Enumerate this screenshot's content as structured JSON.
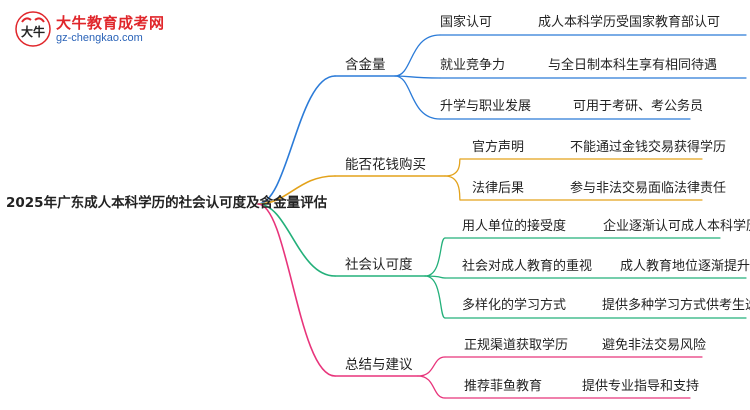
{
  "logo": {
    "title": "大牛教育成考网",
    "url": "gz-chengkao.com",
    "mark_text": "大牛"
  },
  "root": "2025年广东成人本科学历的社会认可度及含金量评估",
  "colors": {
    "branch1": "#2b7bd8",
    "branch2": "#e3a21a",
    "branch3": "#23b07a",
    "branch4": "#e8347b",
    "logo_red": "#e0262b",
    "logo_blue": "#2a63b8"
  },
  "branches": [
    {
      "label": "含金量",
      "items": [
        {
          "key": "国家认可",
          "value": "成人本科学历受国家教育部认可"
        },
        {
          "key": "就业竞争力",
          "value": "与全日制本科生享有相同待遇"
        },
        {
          "key": "升学与职业发展",
          "value": "可用于考研、考公务员"
        }
      ]
    },
    {
      "label": "能否花钱购买",
      "items": [
        {
          "key": "官方声明",
          "value": "不能通过金钱交易获得学历"
        },
        {
          "key": "法律后果",
          "value": "参与非法交易面临法律责任"
        }
      ]
    },
    {
      "label": "社会认可度",
      "items": [
        {
          "key": "用人单位的接受度",
          "value": "企业逐渐认可成人本科学历"
        },
        {
          "key": "社会对成人教育的重视",
          "value": "成人教育地位逐渐提升"
        },
        {
          "key": "多样化的学习方式",
          "value": "提供多种学习方式供考生选择"
        }
      ]
    },
    {
      "label": "总结与建议",
      "items": [
        {
          "key": "正规渠道获取学历",
          "value": "避免非法交易风险"
        },
        {
          "key": "推荐菲鱼教育",
          "value": "提供专业指导和支持"
        }
      ]
    }
  ]
}
